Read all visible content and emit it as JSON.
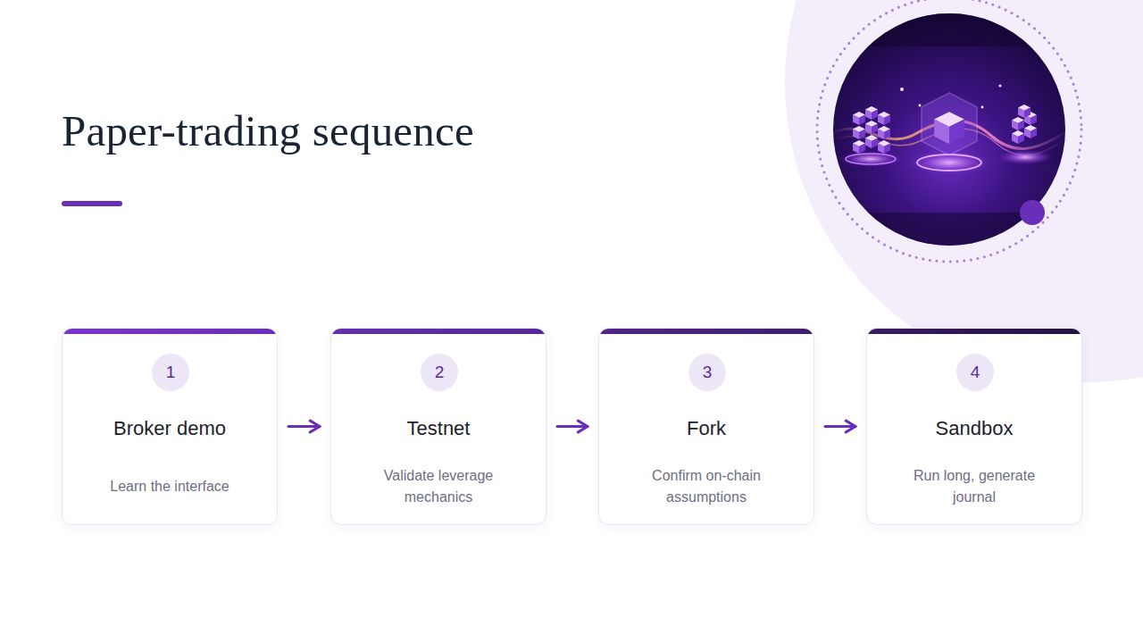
{
  "diagram": {
    "title": "Paper-trading sequence",
    "nodes": [
      {
        "text": [
          "Broker demo",
          "Learn the interface"
        ]
      },
      {
        "text": [
          "1"
        ],
        "in": 0
      },
      {
        "text": [
          "Testnet",
          "Validate leverage mechanics"
        ]
      },
      {
        "text": [
          "2"
        ],
        "in": 2
      },
      {
        "text": [
          "Fork",
          "Confirm on-chain assumptions"
        ]
      },
      {
        "text": [
          "3"
        ],
        "in": 4
      },
      {
        "text": [
          "Sandbox",
          "Run long, generate journal"
        ]
      },
      {
        "text": [
          "4"
        ],
        "in": 6
      }
    ],
    "edges": [
      {
        "from": 0,
        "to": 2,
        "arrow": "to"
      },
      {
        "from": 2,
        "to": 4,
        "arrow": "to"
      },
      {
        "from": 4,
        "to": 6,
        "arrow": "to"
      }
    ]
  }
}
